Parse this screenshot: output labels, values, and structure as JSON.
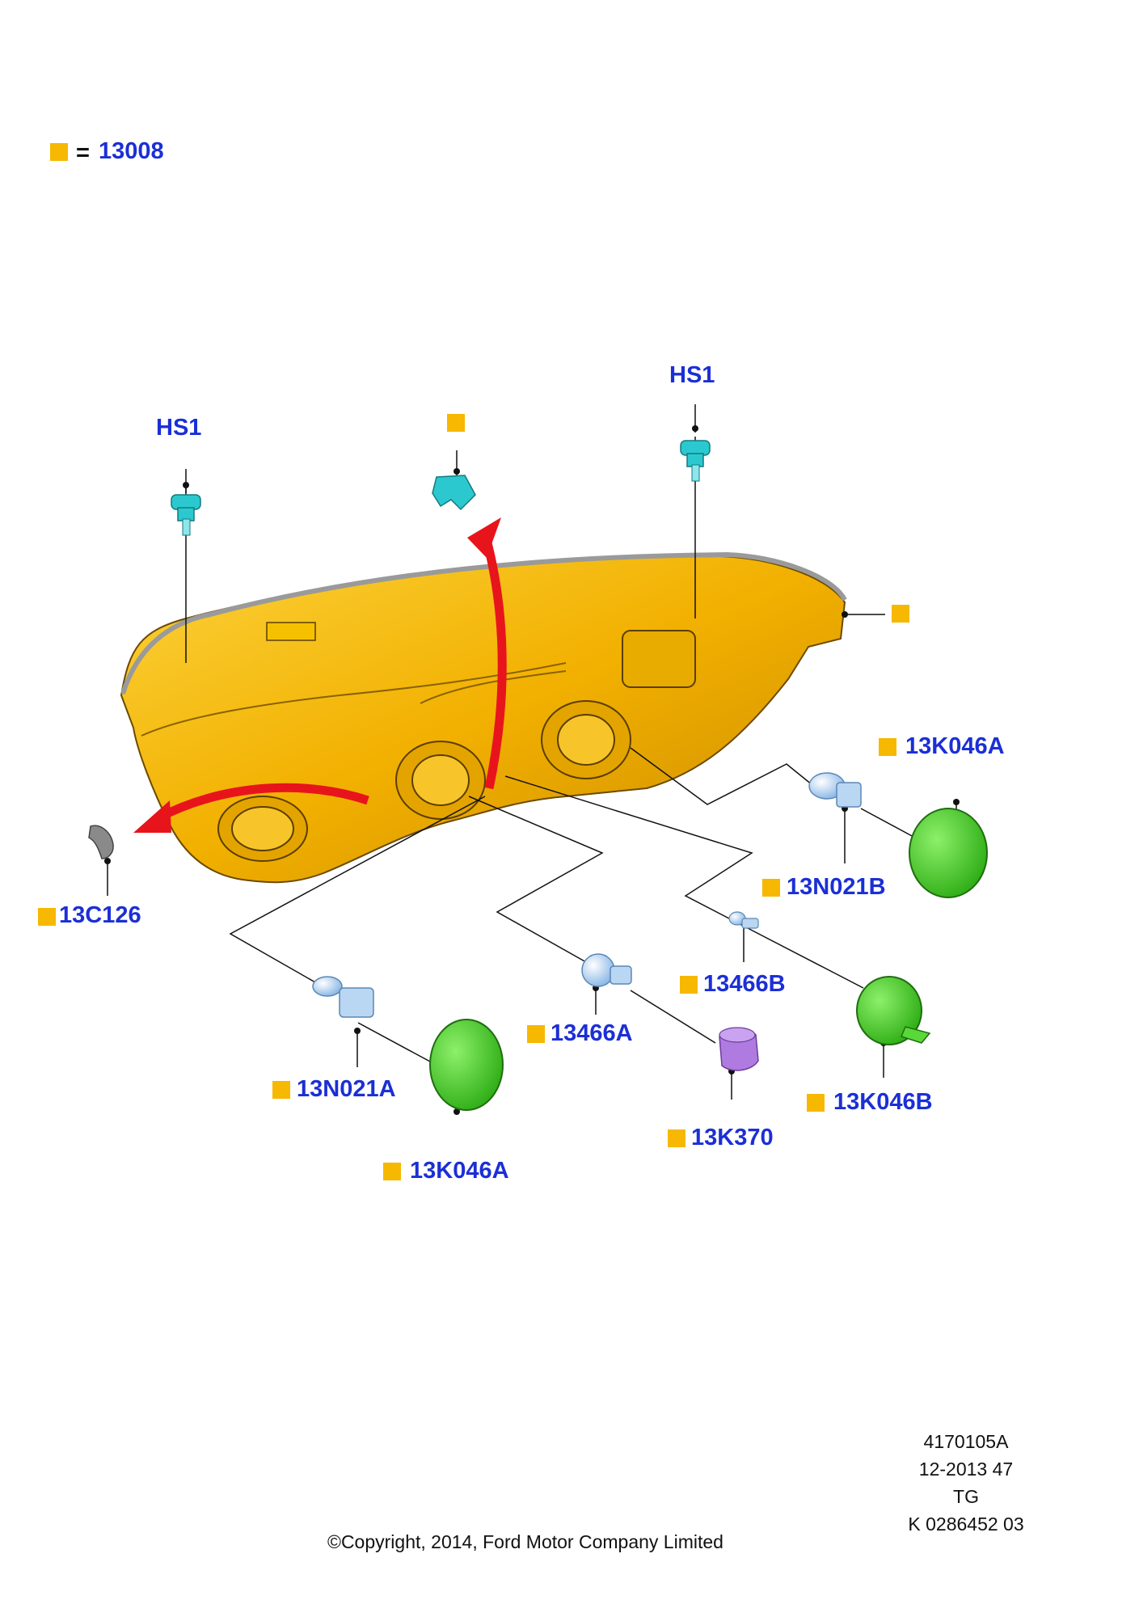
{
  "legend": {
    "marker_color": "#f6b800",
    "equals": "=",
    "part": "13008"
  },
  "labels": {
    "hs1_left": "HS1",
    "hs1_right": "HS1",
    "13c126": "13C126",
    "13k046a_top": "13K046A",
    "13n021b": "13N021B",
    "13466b": "13466B",
    "13466a": "13466A",
    "13n021a": "13N021A",
    "13k046b": "13K046B",
    "13k370": "13K370",
    "13k046a_bottom": "13K046A"
  },
  "footer": {
    "ref1": "4170105A",
    "ref2": "12-2013 47",
    "ref3": "TG",
    "ref4": "K 0286452 03",
    "copyright": "©Copyright, 2014, Ford Motor Company Limited"
  },
  "colors": {
    "label": "#1b2fd6",
    "housing": "#f2b400",
    "arrow": "#e8141c",
    "cap_green": "#4fd12f",
    "bulb": "#a9cdf0",
    "socket": "#b07be0",
    "clip": "#2bc9cf"
  }
}
